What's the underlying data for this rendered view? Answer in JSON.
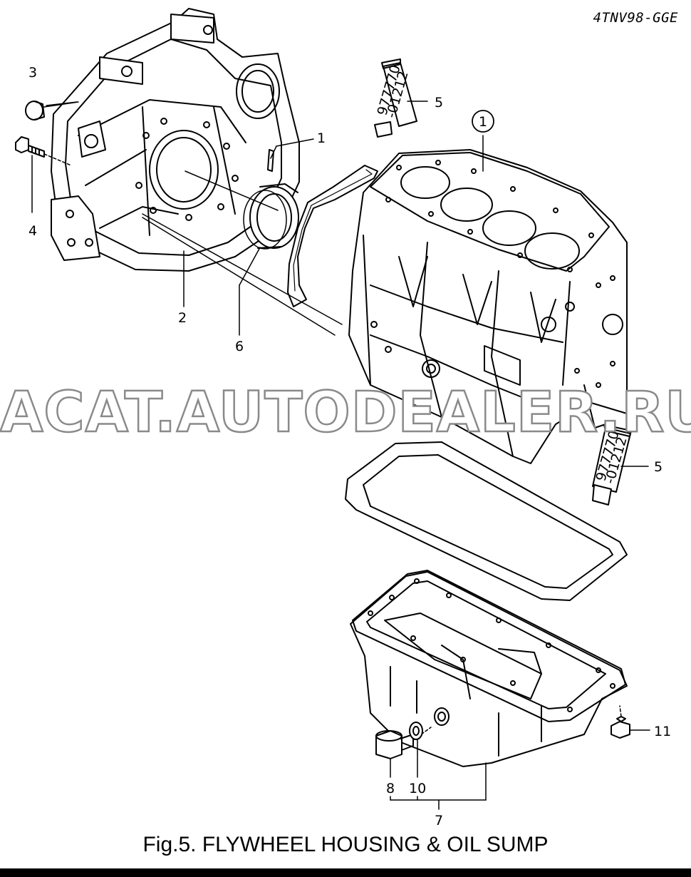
{
  "model_code": "4TNV98-GGE",
  "watermark": "ACAT.AUTODEALER.RU",
  "caption": "Fig.5.  FLYWHEEL HOUSING & OIL SUMP",
  "tube_label": {
    "line1": "977770",
    "line2": "-01212"
  },
  "callouts": {
    "c1": "1",
    "c2": "2",
    "c3": "3",
    "c4": "4",
    "c5a": "5",
    "c5b": "5",
    "c6": "6",
    "c7": "7",
    "c8": "8",
    "c10": "10",
    "c11": "11"
  }
}
